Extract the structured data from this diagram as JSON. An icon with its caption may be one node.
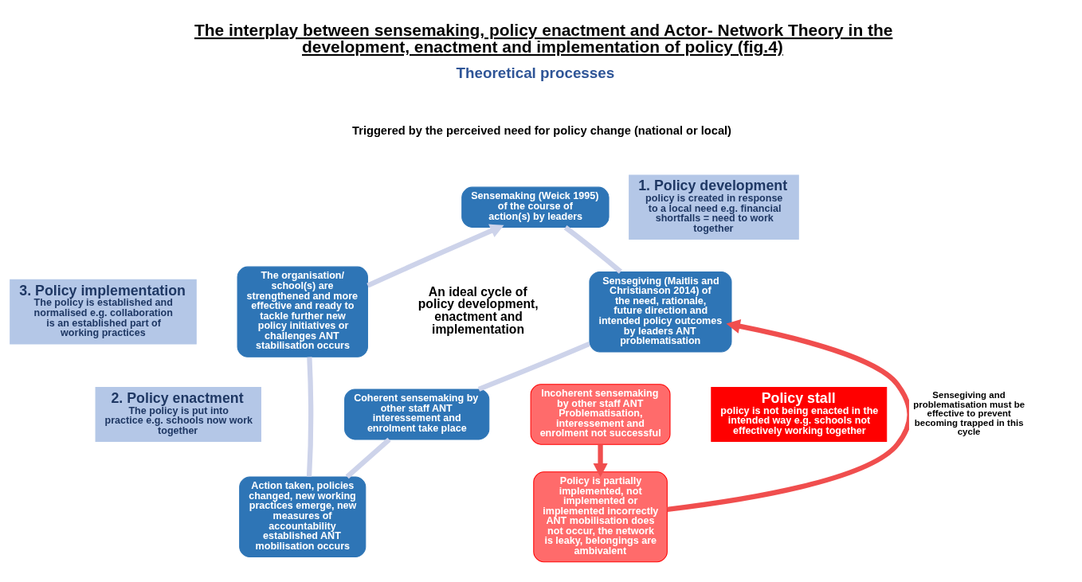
{
  "diagram": {
    "title": "The interplay between sensemaking, policy enactment and Actor- Network Theory in the development, enactment and implementation of policy (fig.4)",
    "nodes": [
      {
        "text": [
          "Sensemaking (Weick 1995) of the course of action(s) by leaders"
        ]
      },
      {
        "text": [
          "Sensegiving (Maitlis and Christianson 2014) of the need, rationale, future direction and intended policy outcomes by leaders ANT problematisation"
        ]
      },
      {
        "text": [
          "Coherent sensemaking by other staff ANT interessement and enrolment take place"
        ]
      },
      {
        "text": [
          "Incoherent sensemaking by other staff ANT Problematisation, interessement and enrolment not successful"
        ]
      },
      {
        "text": [
          "Action taken, policies changed, new working practices emerge, new measures of accountability established ANT mobilisation occurs"
        ]
      },
      {
        "text": [
          "The organisation/ school(s) are strengthened and more effective and ready to tackle further new policy initiatives or challenges ANT stabilisation occurs"
        ]
      },
      {
        "text": [
          "Policy is partially implemented, not implemented or implemented incorrectly ANT mobilisation does not occur, the network is leaky, belongings are ambivalent"
        ]
      },
      {
        "text": [
          "1. Policy development",
          "policy is created in response to a local need e.g. financial shortfalls = need to work together"
        ]
      },
      {
        "text": [
          "3. Policy implementation",
          "The policy is established and normalised e.g. collaboration is an established part of working practices"
        ]
      },
      {
        "text": [
          "2. Policy enactment",
          "The policy is put into practice e.g. schools now work together"
        ]
      },
      {
        "text": [
          "Policy stall",
          "policy is not being enacted in the intended way e.g. schools not effectively working together"
        ]
      }
    ],
    "edges": [
      {
        "from": 0,
        "to": 1,
        "arrow": "none"
      },
      {
        "from": 1,
        "to": 2,
        "arrow": "none"
      },
      {
        "from": 2,
        "to": 4,
        "arrow": "none"
      },
      {
        "from": 4,
        "to": 5,
        "arrow": "none"
      },
      {
        "from": 5,
        "to": 0,
        "arrow": "to"
      },
      {
        "from": 3,
        "to": 6,
        "arrow": "to",
        "color": "#f04e4e"
      },
      {
        "from": 6,
        "to": 1,
        "arrow": "to",
        "color": "#f04e4e",
        "label": "Sensegiving and problematisation must be effective to prevent becoming trapped in this cycle"
      }
    ],
    "labels": [
      "Theoretical processes",
      "Triggered by the perceived need for policy change (national or local)",
      "An ideal cycle of policy development, enactment and implementation"
    ]
  }
}
